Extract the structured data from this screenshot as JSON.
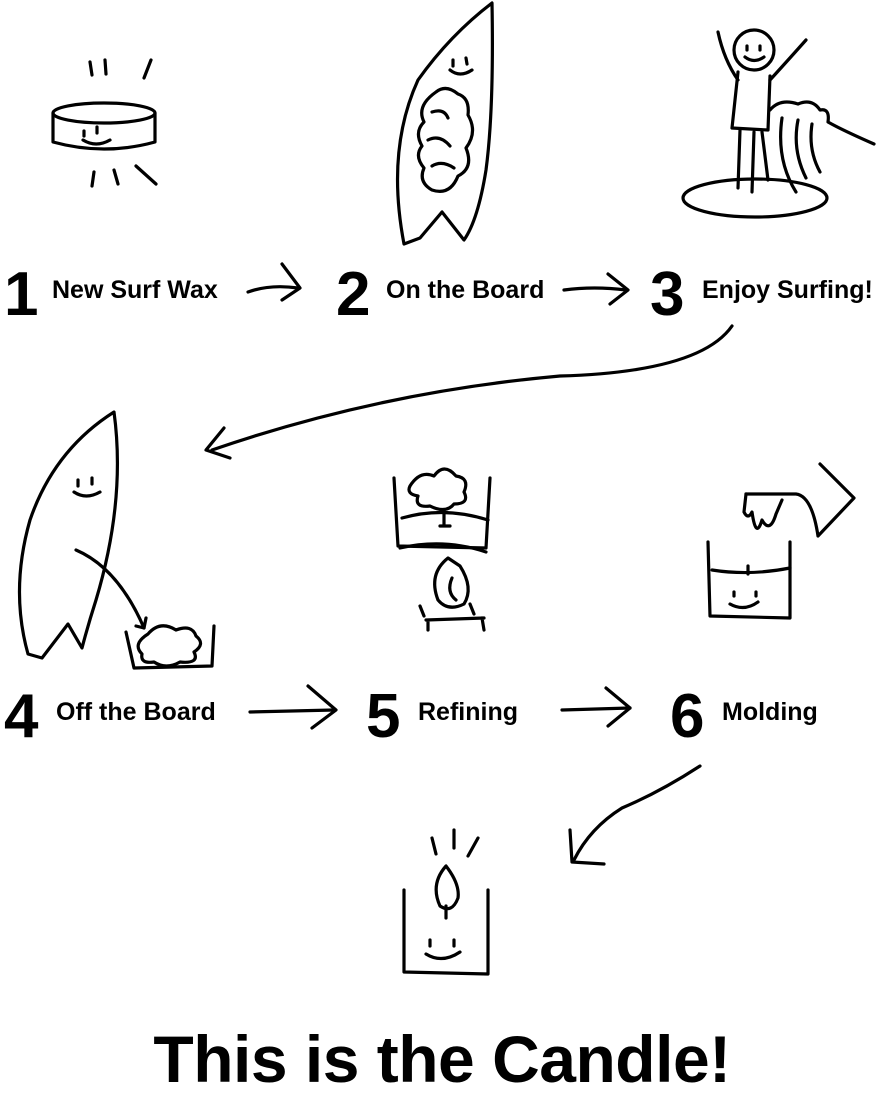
{
  "steps": [
    {
      "number": "1",
      "label": "New Surf Wax",
      "icon": "wax-puck-icon"
    },
    {
      "number": "2",
      "label": "On the Board",
      "icon": "waxed-surfboard-icon"
    },
    {
      "number": "3",
      "label": "Enjoy Surfing!",
      "icon": "surfer-on-wave-icon"
    },
    {
      "number": "4",
      "label": "Off the Board",
      "icon": "wax-scraped-into-bucket-icon"
    },
    {
      "number": "5",
      "label": "Refining",
      "icon": "melting-pot-over-flame-icon"
    },
    {
      "number": "6",
      "label": "Molding",
      "icon": "pouring-into-mold-icon"
    }
  ],
  "result": {
    "icon": "lit-candle-icon",
    "title": "This is the Candle!"
  },
  "colors": {
    "ink": "#000000",
    "background": "#ffffff"
  }
}
